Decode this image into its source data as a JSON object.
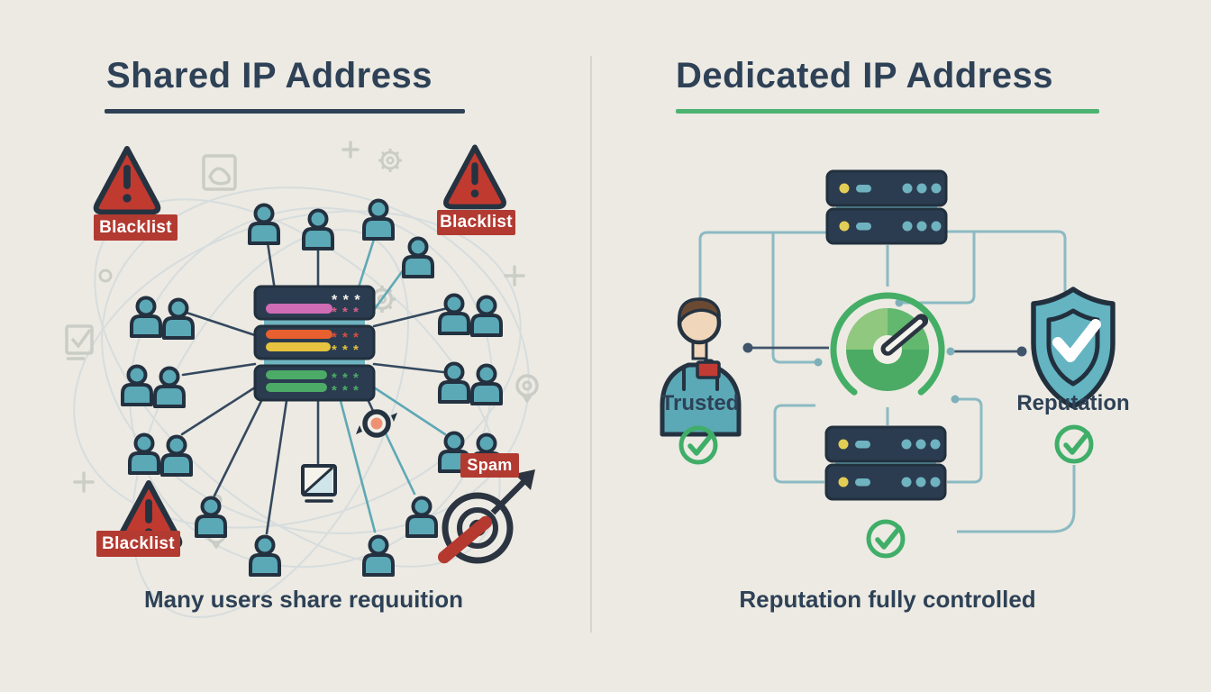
{
  "left": {
    "title": "Shared IP Address",
    "caption": "Many users share requuition",
    "blacklist_labels": [
      "Blacklist",
      "Blacklist",
      "Blacklist"
    ],
    "spam_label": "Spam"
  },
  "right": {
    "title": "Dedicated IP Address",
    "caption": "Reputation fully controlled",
    "trusted_label": "Trusted",
    "reputation_label": "Reputation"
  },
  "colors": {
    "background": "#ECEAE3",
    "heading_text": "#2E4156",
    "left_underline": "#2E4156",
    "right_underline": "#4CB372",
    "alert_red": "#B93A30",
    "badge_red": "#B23A31",
    "user_teal": "#5BA8B6",
    "shield_teal": "#64B4C2",
    "success_green": "#3FAE68",
    "server_navy": "#2B3C50",
    "connector_teal": "#8CBAC3",
    "connector_dark": "#40556B"
  },
  "icons": {
    "warning-icon": "red triangle with exclamation mark",
    "user-icon": "teal person silhouette",
    "server-icon": "navy server rack",
    "monitor-icon": "small display screen",
    "refresh-icon": "circular arrows with orange core",
    "target-icon": "bullseye with outgoing arrow and red strike",
    "gauge-icon": "green reputation dial with needle",
    "person-icon": "trusted sender avatar with badge",
    "shield-check-icon": "teal shield with white checkmark",
    "check-icon": "green circled checkmark"
  }
}
